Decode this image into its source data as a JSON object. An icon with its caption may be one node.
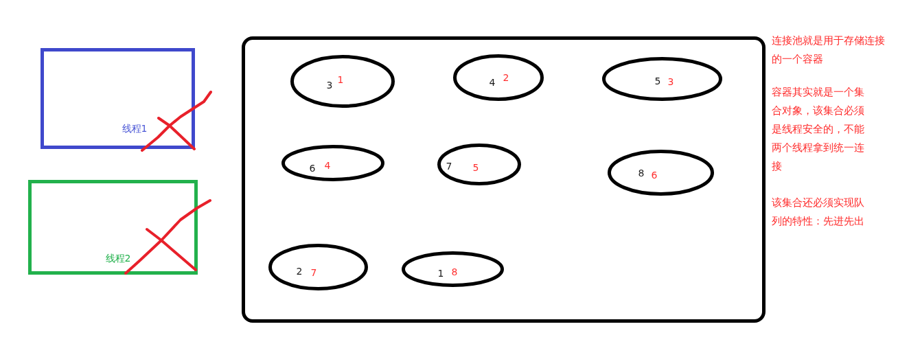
{
  "diagram": {
    "nodes": [
      {
        "text": [
          "线程1"
        ]
      },
      {
        "text": [
          "线程2"
        ]
      },
      {
        "text": [],
        "shape": "box"
      },
      {
        "text": [
          "3",
          "1"
        ],
        "in": 2
      },
      {
        "text": [
          "4",
          "2"
        ],
        "in": 2
      },
      {
        "text": [
          "5",
          "3"
        ],
        "in": 2
      },
      {
        "text": [
          "6",
          "4"
        ],
        "in": 2
      },
      {
        "text": [
          "7",
          "5"
        ],
        "in": 2
      },
      {
        "text": [
          "8",
          "6"
        ],
        "in": 2
      },
      {
        "text": [
          "2",
          "7"
        ],
        "in": 2
      },
      {
        "text": [
          "1",
          "8"
        ],
        "in": 2
      }
    ],
    "labels": [
      "连接池就是用于存储连接的一个容器",
      "容器其实就是一个集合对象，该集合必须是线程安全的，不能两个线程拿到统一连接",
      "该集合还必须实现队列的特性：先进先出"
    ]
  }
}
